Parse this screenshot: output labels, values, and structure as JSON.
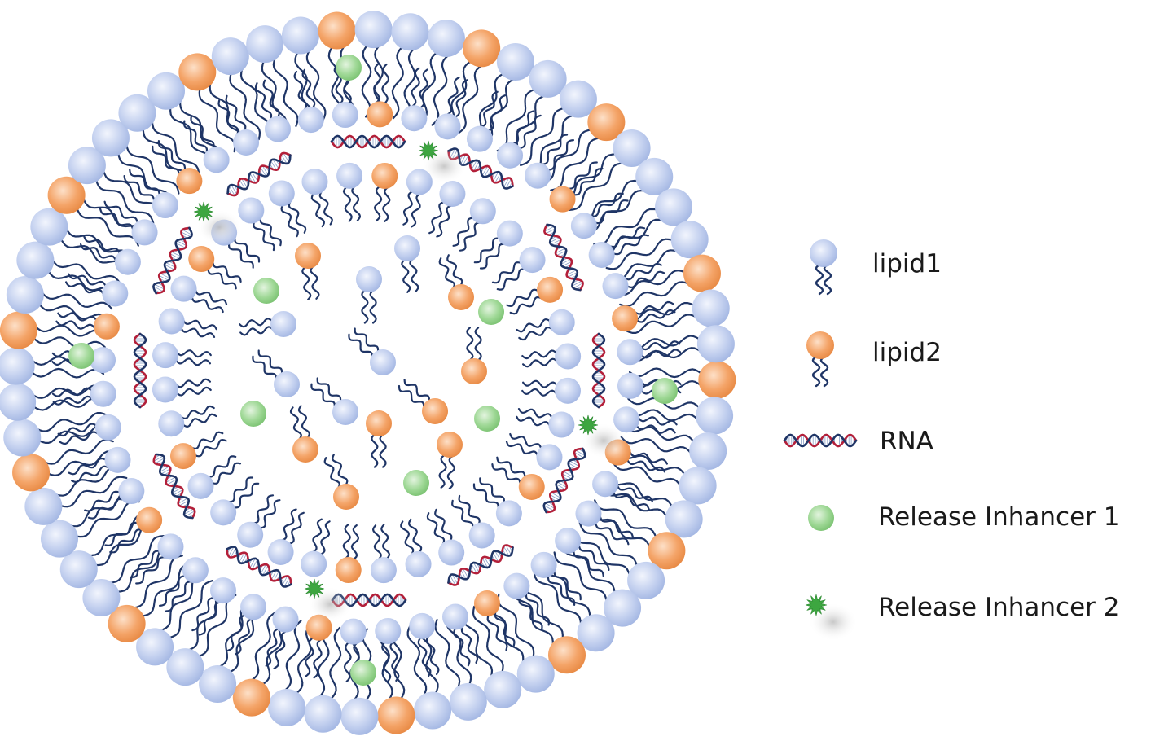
{
  "legend": {
    "items": [
      {
        "key": "lipid1",
        "label": "lipid1",
        "icon": "lipid1-icon"
      },
      {
        "key": "lipid2",
        "label": "lipid2",
        "icon": "lipid2-icon"
      },
      {
        "key": "rna",
        "label": "RNA",
        "icon": "rna-icon"
      },
      {
        "key": "ri1",
        "label": "Release Inhancer 1",
        "icon": "release-inhancer-1-icon"
      },
      {
        "key": "ri2",
        "label": "Release Inhancer 2",
        "icon": "release-inhancer-2-icon"
      }
    ]
  },
  "colors": {
    "lipid1_head": "#b9c9ec",
    "lipid2_head": "#f19a5c",
    "lipid_tail": "#1f3566",
    "rna_strand_a": "#b3203a",
    "rna_strand_b": "#1f3566",
    "release_inhancer_1": "#8ecf86",
    "release_inhancer_2": "#3da640",
    "background": "#ffffff"
  }
}
